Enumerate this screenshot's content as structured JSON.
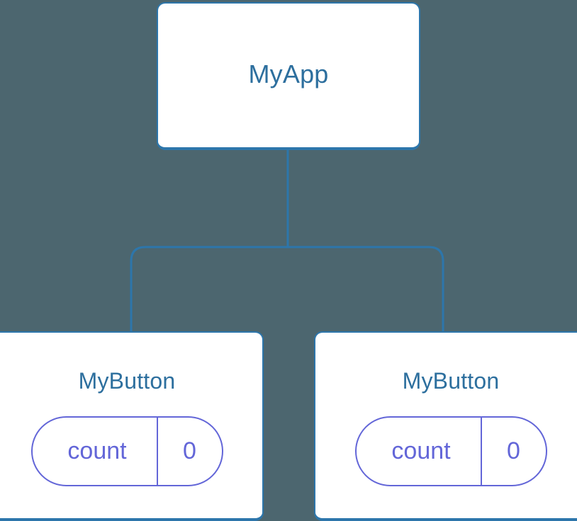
{
  "diagram": {
    "type": "component-tree",
    "background_color": "#4c666f",
    "node_border_color": "#2d76ab",
    "node_title_color": "#2d6f9e",
    "state_color": "#6366d8",
    "connector_color": "#2d76ab",
    "root": {
      "title": "MyApp"
    },
    "children": [
      {
        "title": "MyButton",
        "state": {
          "key": "count",
          "value": "0"
        }
      },
      {
        "title": "MyButton",
        "state": {
          "key": "count",
          "value": "0"
        }
      }
    ]
  }
}
